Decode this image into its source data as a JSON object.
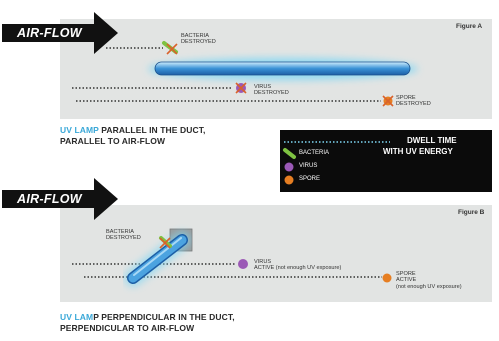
{
  "figure_a": {
    "airflow_label": "AIR-FLOW",
    "label": "Figure A",
    "bacteria_label": "BACTERIA DESTROYED",
    "virus_label": "VIRUS DESTROYED",
    "spore_label": "SPORE DESTROYED",
    "caption_uv": "UV LAMP",
    "caption_line1": " PARALLEL IN THE DUCT,",
    "caption_line2": "PARALLEL TO AIR-FLOW"
  },
  "legend": {
    "title_line1": "DWELL TIME",
    "title_line2": "WITH UV ENERGY",
    "items": [
      "BACTERIA",
      "VIRUS",
      "SPORE"
    ]
  },
  "figure_b": {
    "airflow_label": "AIR-FLOW",
    "label": "Figure B",
    "bacteria_label": "BACTERIA DESTROYED",
    "virus_label": "VIRUS",
    "virus_status": "ACTIVE (not enough UV exposure)",
    "spore_label": "SPORE",
    "spore_status": "ACTIVE",
    "spore_note": "(not enough UV exposure)",
    "caption_uv": "UV LAM",
    "caption_line1": "P PERPENDICULAR IN THE DUCT,",
    "caption_line2": "PERPENDICULAR TO AIR-FLOW"
  },
  "colors": {
    "bacteria": "#7ec242",
    "virus": "#9b59b6",
    "spore": "#e67e22",
    "uv_lamp": "#3b8fd0",
    "uv_glow": "#7fd7f4",
    "destroyed_x": "#d9622b"
  }
}
